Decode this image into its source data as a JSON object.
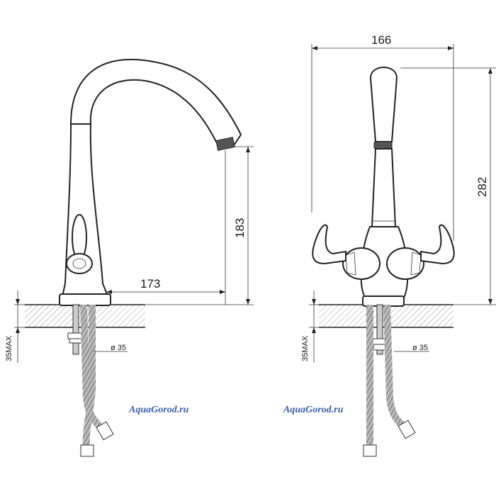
{
  "left_view": {
    "dim_spout_reach": "173",
    "dim_spout_height": "183",
    "dim_counter_max": "35MAX",
    "dim_hole_diameter": "ø 35",
    "watermark": "AquaGorod.ru"
  },
  "right_view": {
    "dim_width": "166",
    "dim_total_height": "282",
    "dim_counter_max": "35MAX",
    "dim_hole_diameter": "ø 35",
    "watermark": "AquaGorod.ru"
  },
  "colors": {
    "line": "#222222",
    "watermark": "#3a5fb0",
    "hatch": "#888888"
  }
}
